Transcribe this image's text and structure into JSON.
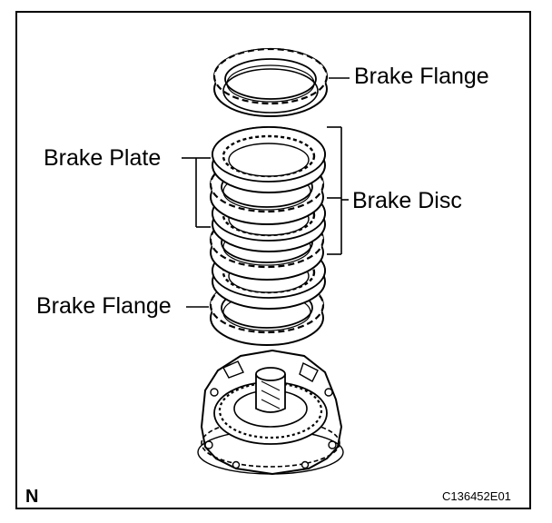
{
  "labels": {
    "brake_flange_top": "Brake Flange",
    "brake_plate": "Brake Plate",
    "brake_disc": "Brake Disc",
    "brake_flange_bottom": "Brake Flange"
  },
  "view_letter": "N",
  "figure_code": "C136452E01",
  "colors": {
    "line": "#000000",
    "background": "#ffffff"
  }
}
